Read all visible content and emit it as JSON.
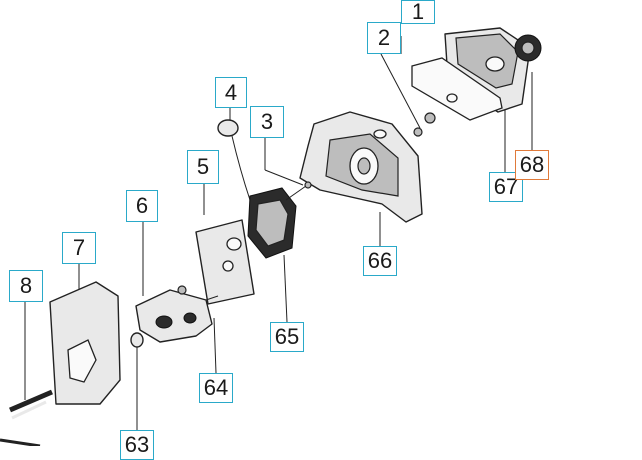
{
  "diagram": {
    "callouts": [
      {
        "id": "1",
        "label": "1",
        "highlight": false
      },
      {
        "id": "2",
        "label": "2",
        "highlight": false
      },
      {
        "id": "3",
        "label": "3",
        "highlight": false
      },
      {
        "id": "4",
        "label": "4",
        "highlight": false
      },
      {
        "id": "5",
        "label": "5",
        "highlight": false
      },
      {
        "id": "6",
        "label": "6",
        "highlight": false
      },
      {
        "id": "7",
        "label": "7",
        "highlight": false
      },
      {
        "id": "8",
        "label": "8",
        "highlight": false
      },
      {
        "id": "63",
        "label": "63",
        "highlight": false
      },
      {
        "id": "64",
        "label": "64",
        "highlight": false
      },
      {
        "id": "65",
        "label": "65",
        "highlight": false
      },
      {
        "id": "66",
        "label": "66",
        "highlight": false
      },
      {
        "id": "67",
        "label": "67",
        "highlight": false
      },
      {
        "id": "68",
        "label": "68",
        "highlight": true
      }
    ],
    "colors": {
      "callout_border": "#2aa9c9",
      "callout_highlight": "#e07a3a",
      "line": "#222222",
      "fill": "#e9e9e9"
    }
  }
}
